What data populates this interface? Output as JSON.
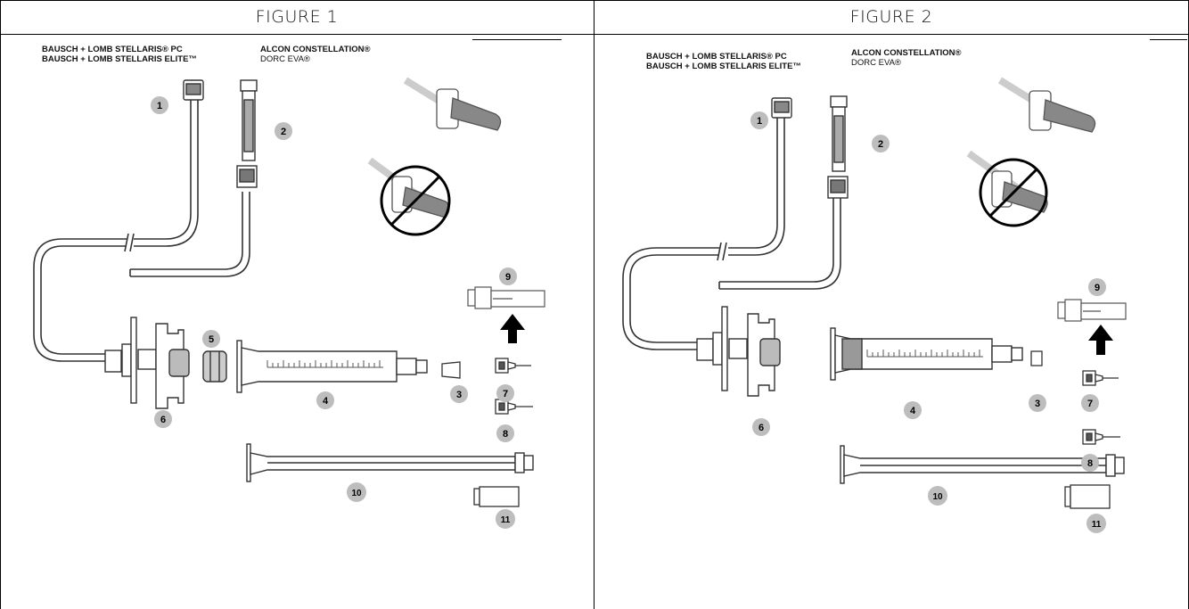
{
  "figures": [
    {
      "title": "FIGURE 1",
      "brand_left_line1": "BAUSCH + LOMB STELLARIS® PC",
      "brand_left_line2": "BAUSCH + LOMB STELLARIS ELITE™",
      "brand_right_line1": "ALCON CONSTELLATION®",
      "brand_right_line2": "DORC EVA®",
      "callouts": [
        "1",
        "2",
        "3",
        "4",
        "5",
        "6",
        "7",
        "8",
        "9",
        "10",
        "11"
      ]
    },
    {
      "title": "FIGURE 2",
      "brand_left_line1": "BAUSCH + LOMB STELLARIS® PC",
      "brand_left_line2": "BAUSCH + LOMB STELLARIS ELITE™",
      "brand_right_line1": "ALCON CONSTELLATION®",
      "brand_right_line2": "DORC EVA®",
      "callouts": [
        "1",
        "2",
        "3",
        "4",
        "6",
        "7",
        "8",
        "9",
        "10",
        "11"
      ]
    }
  ]
}
